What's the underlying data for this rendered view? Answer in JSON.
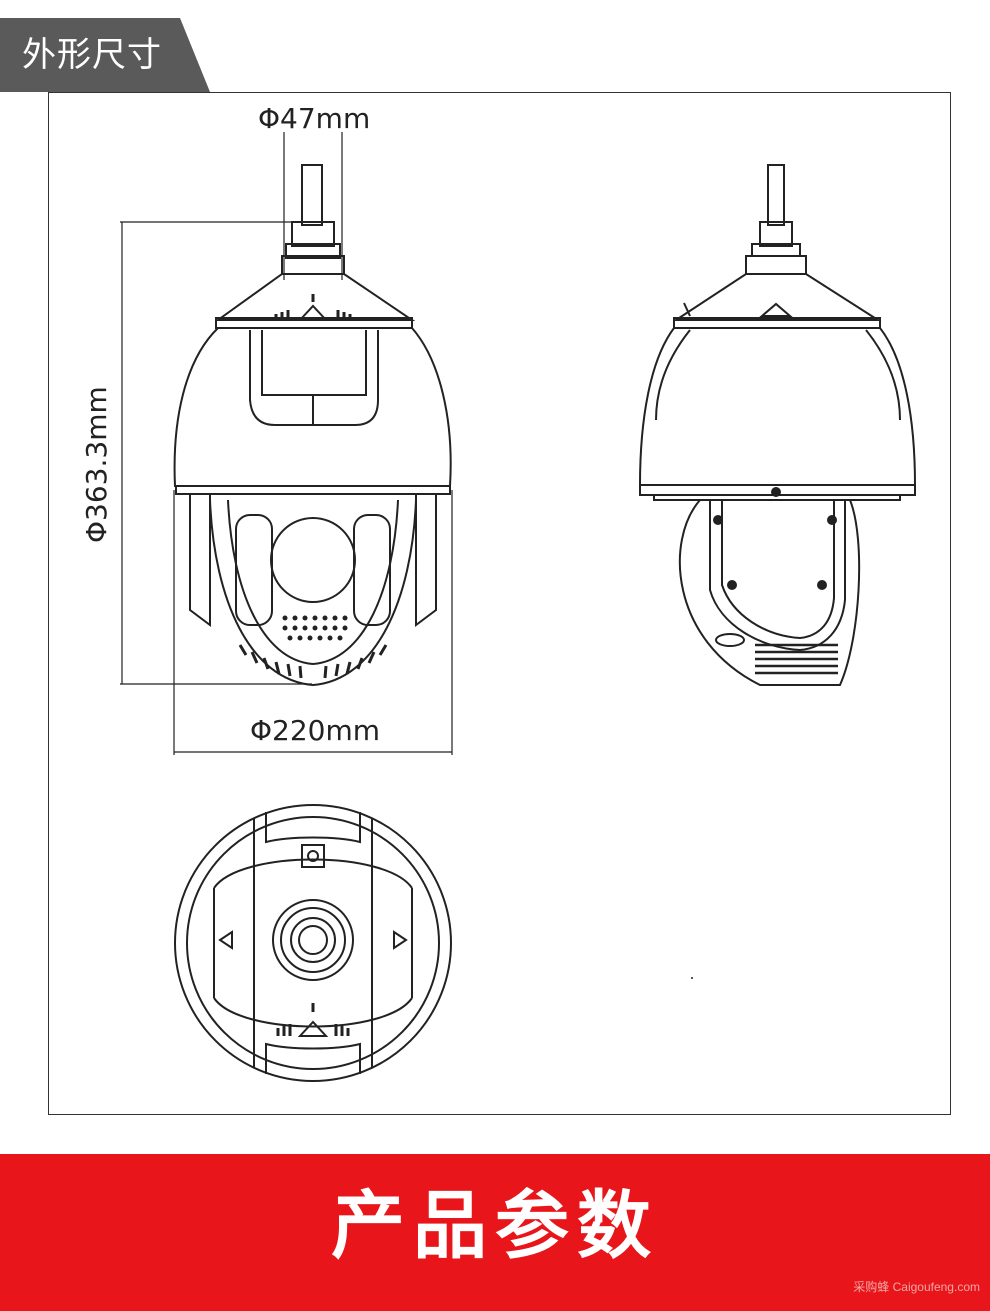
{
  "section_tag": "外形尺寸",
  "dimensions": {
    "cable_diameter": "Φ47mm",
    "height": "Φ363.3mm",
    "width": "Φ220mm"
  },
  "banner_title": "产品参数",
  "watermark": "采购蜂 Caigoufeng.com",
  "colors": {
    "tag_bg": "#5a5a5a",
    "banner_bg": "#e8161a"
  }
}
